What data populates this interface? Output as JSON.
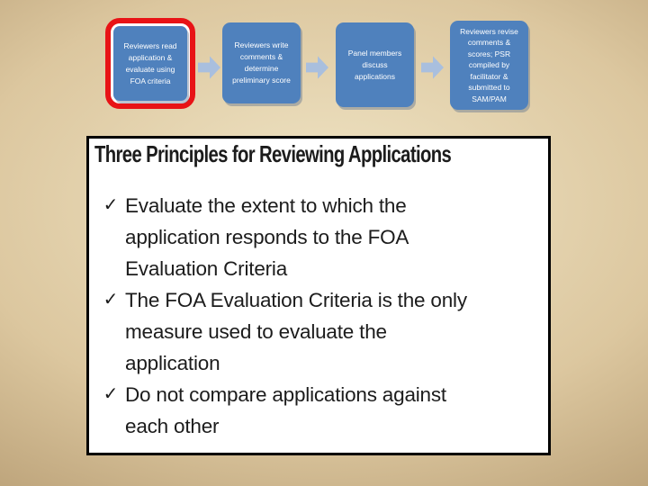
{
  "slide": {
    "flowchart": {
      "steps": [
        {
          "highlighted": true,
          "lines": [
            "Reviewers read",
            "application &",
            "evaluate using",
            "FOA criteria"
          ]
        },
        {
          "highlighted": false,
          "lines": [
            "Reviewers write",
            "comments &",
            "determine",
            "preliminary score"
          ]
        },
        {
          "highlighted": false,
          "lines": [
            "Panel members",
            "discuss",
            "applications"
          ]
        },
        {
          "highlighted": false,
          "lines": [
            "Reviewers revise",
            "comments &",
            "scores; PSR",
            "compiled by",
            "facilitator &",
            "submitted to",
            "SAM/PAM"
          ]
        }
      ]
    },
    "panel": {
      "title": "Three Principles for Reviewing Applications",
      "bullets": [
        {
          "marker": "✓",
          "lines": [
            "Evaluate the extent to which the",
            "application responds to the FOA",
            "Evaluation Criteria"
          ]
        },
        {
          "marker": "✓",
          "lines": [
            "The FOA Evaluation Criteria is the only",
            "measure used to evaluate the",
            "application"
          ]
        },
        {
          "marker": "✓",
          "lines": [
            "Do not compare applications against",
            "each other"
          ]
        }
      ]
    }
  },
  "colors": {
    "box_fill": "#4f81bd",
    "box_text": "#ffffff",
    "arrow": "#a9bfde",
    "highlight": "#e81316",
    "panel_border": "#000000",
    "panel_bg": "#ffffff",
    "slide_text": "#1c1c1c",
    "bg_center": "#f0e5c6",
    "bg_mid": "#dcc79f",
    "bg_edge": "#a3865c"
  }
}
